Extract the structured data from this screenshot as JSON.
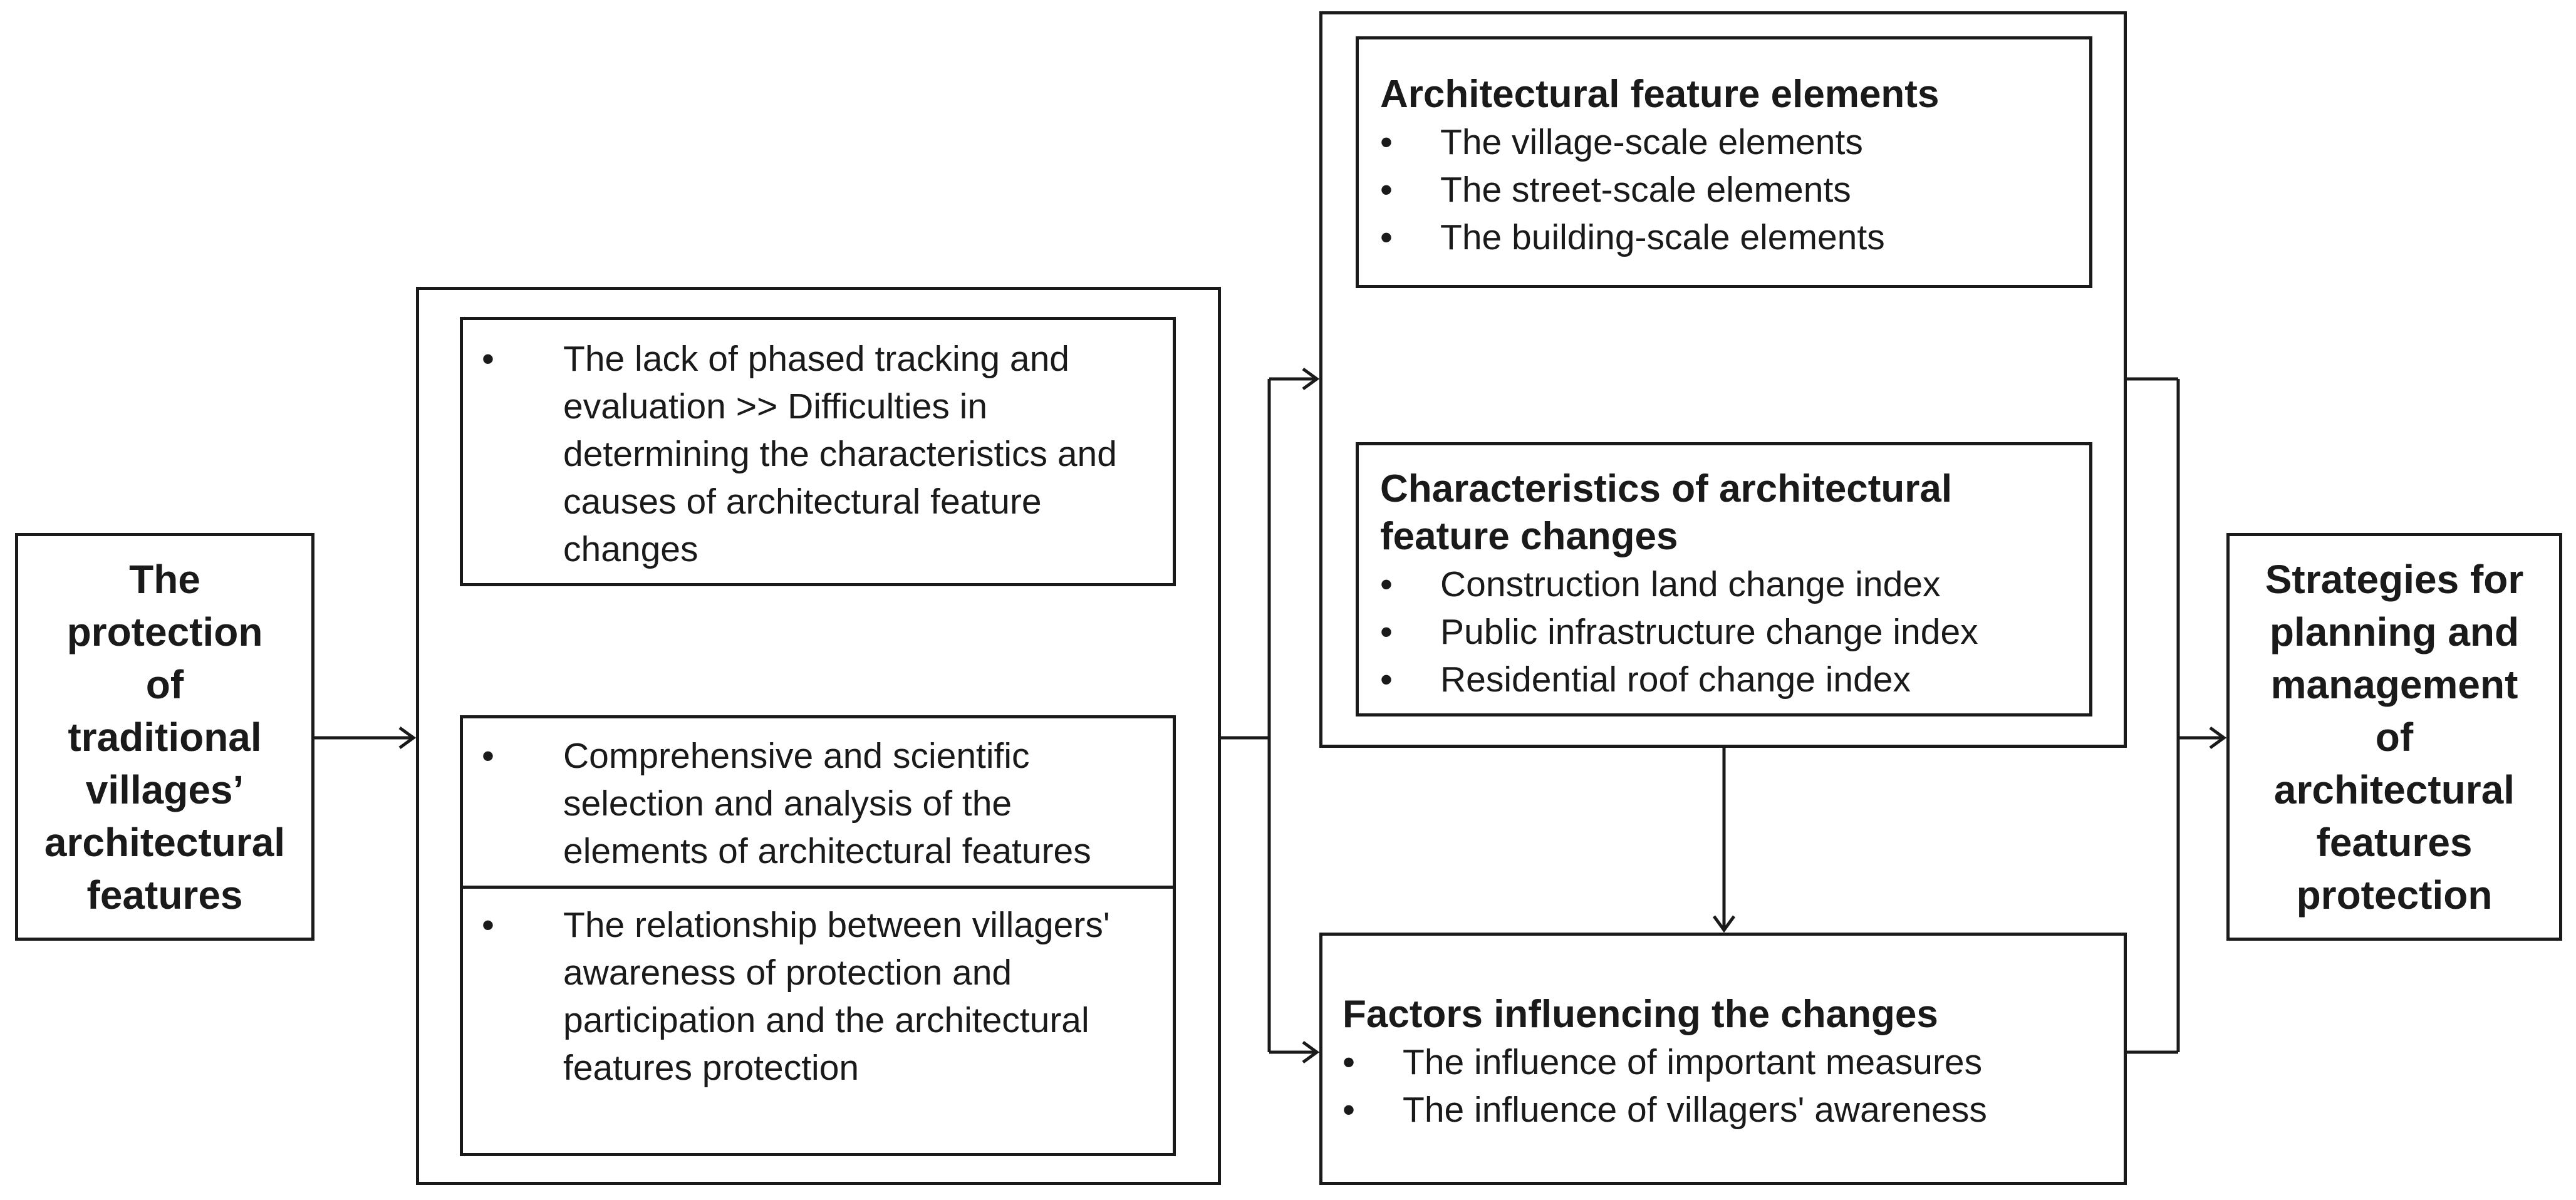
{
  "left_box": {
    "lines": [
      "The",
      "protection",
      "of",
      "traditional",
      "villages’",
      "architectural",
      "features"
    ]
  },
  "issues": {
    "top_item": "The lack of phased tracking and evaluation >> Difficulties in determining the characteristics and causes of architectural feature changes",
    "middle_item": "Comprehensive and scientific selection and analysis of the elements of architectural features",
    "bottom_item": "The relationship between villagers' awareness of protection and participation and the architectural features protection"
  },
  "elements_box": {
    "title": "Architectural feature elements",
    "items": [
      "The village-scale elements",
      "The street-scale elements",
      "The building-scale elements"
    ]
  },
  "changes_box": {
    "title": "Characteristics of architectural feature changes",
    "items": [
      "Construction land change index",
      "Public infrastructure change index",
      "Residential roof change index"
    ]
  },
  "factors_box": {
    "title": "Factors influencing the changes",
    "items": [
      "The influence of important measures",
      "The influence of villagers' awareness"
    ]
  },
  "right_box": {
    "lines": [
      "Strategies for",
      "planning and",
      "management",
      "of",
      "architectural",
      "features",
      "protection"
    ]
  },
  "colors": {
    "line": "#1a1a1a",
    "background": "#ffffff"
  }
}
